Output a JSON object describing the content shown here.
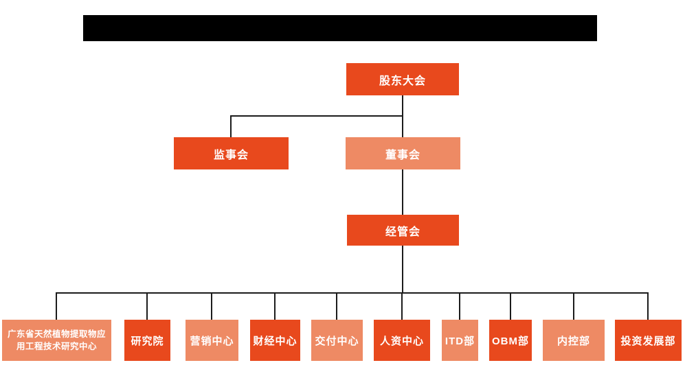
{
  "colors": {
    "dark_orange": "#E8491D",
    "light_orange": "#EE8A64",
    "line": "#1B1B1B",
    "text": "#FFFFFF",
    "redaction_bar": "#000000"
  },
  "org": {
    "shareholders": {
      "label": "股东大会"
    },
    "supervisory": {
      "label": "监事会"
    },
    "board": {
      "label": "董事会"
    },
    "management": {
      "label": "经管会"
    },
    "departments": [
      {
        "label": "广东省天然植物提取物应用工程技术研究中心"
      },
      {
        "label": "研究院"
      },
      {
        "label": "营销中心"
      },
      {
        "label": "财经中心"
      },
      {
        "label": "交付中心"
      },
      {
        "label": "人资中心"
      },
      {
        "label": "ITD部"
      },
      {
        "label": "OBM部"
      },
      {
        "label": "内控部"
      },
      {
        "label": "投资发展部"
      }
    ]
  }
}
